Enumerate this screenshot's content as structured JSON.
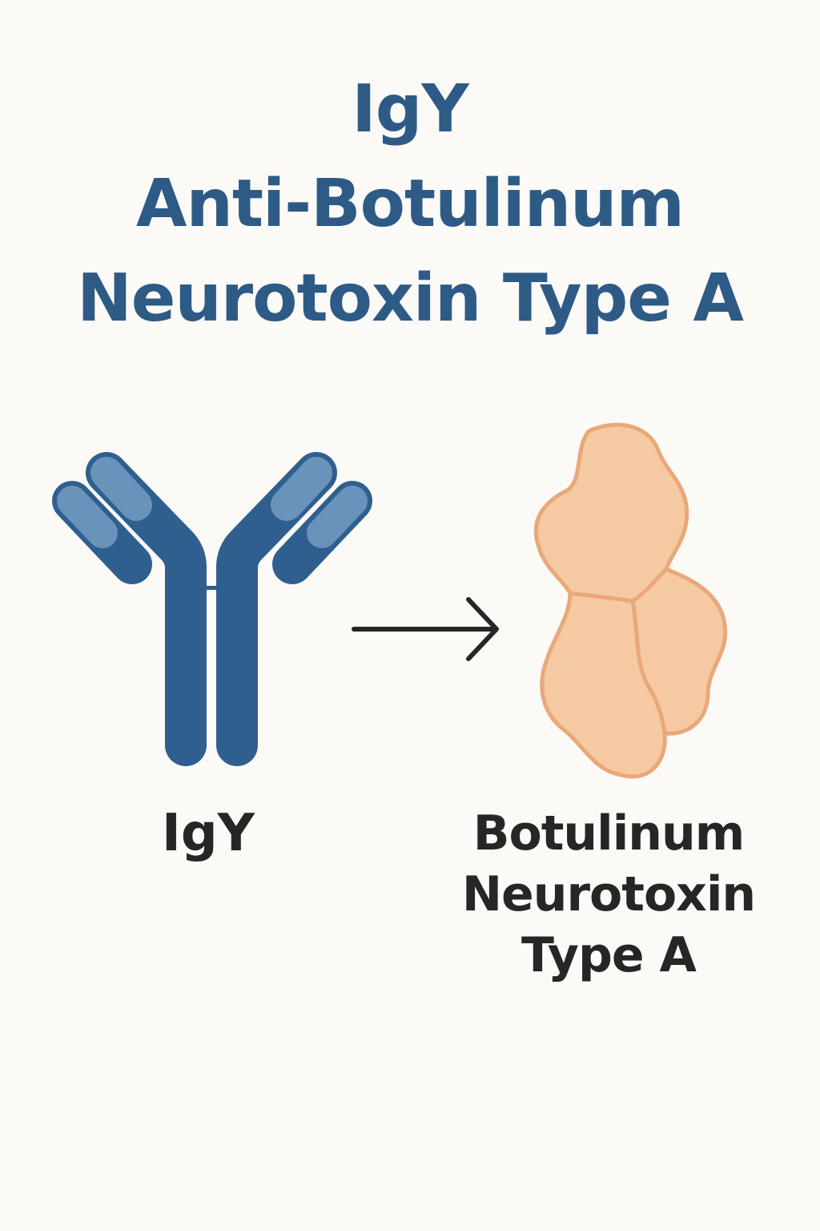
{
  "title": {
    "line1": "IgY",
    "line2": "Anti-Botulinum",
    "line3": "Neurotoxin Type A"
  },
  "labels": {
    "antibody": "IgY",
    "toxin_line1": "Botulinum",
    "toxin_line2": "Neurotoxin",
    "toxin_line3": "Type A"
  },
  "colors": {
    "background": "#fbfaf7",
    "antibody_dark": "#2f5f8e",
    "antibody_light": "#6a93bb",
    "toxin_fill": "#f5caa2",
    "toxin_stroke": "#e9a879",
    "title": "#2e5a86",
    "label": "#262626",
    "arrow": "#262626"
  },
  "icons": {
    "antibody": "igy-antibody-icon",
    "arrow": "arrow-right-icon",
    "toxin": "botulinum-toxin-protein-icon"
  }
}
